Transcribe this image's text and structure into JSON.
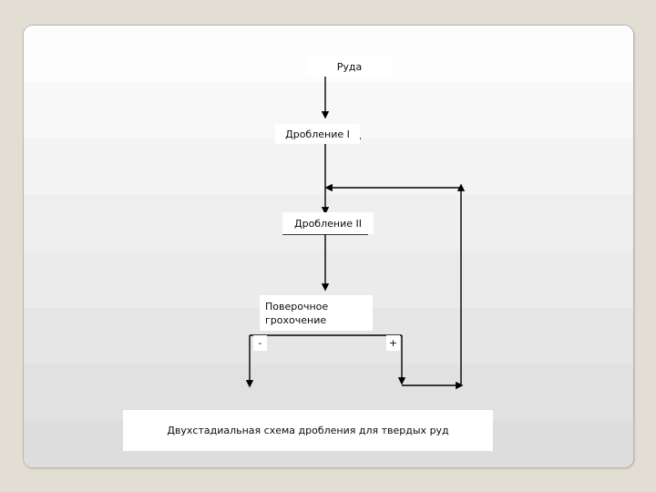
{
  "slide": {
    "background_color": "#e3ded4",
    "surface_top_color": "#fdfdfd",
    "surface_bottom_color": "#dddddd",
    "line_color": "#000000"
  },
  "diagram": {
    "nodes": {
      "ore": "Руда",
      "crushing_1": "Дробление I",
      "crushing_2": "Дробление II",
      "screening": "Поверочное\nгрохочение"
    },
    "branch_labels": {
      "undersize": "-",
      "oversize": "+"
    }
  },
  "caption": {
    "text": "Двухстадиальная схема дробления для твердых руд"
  }
}
